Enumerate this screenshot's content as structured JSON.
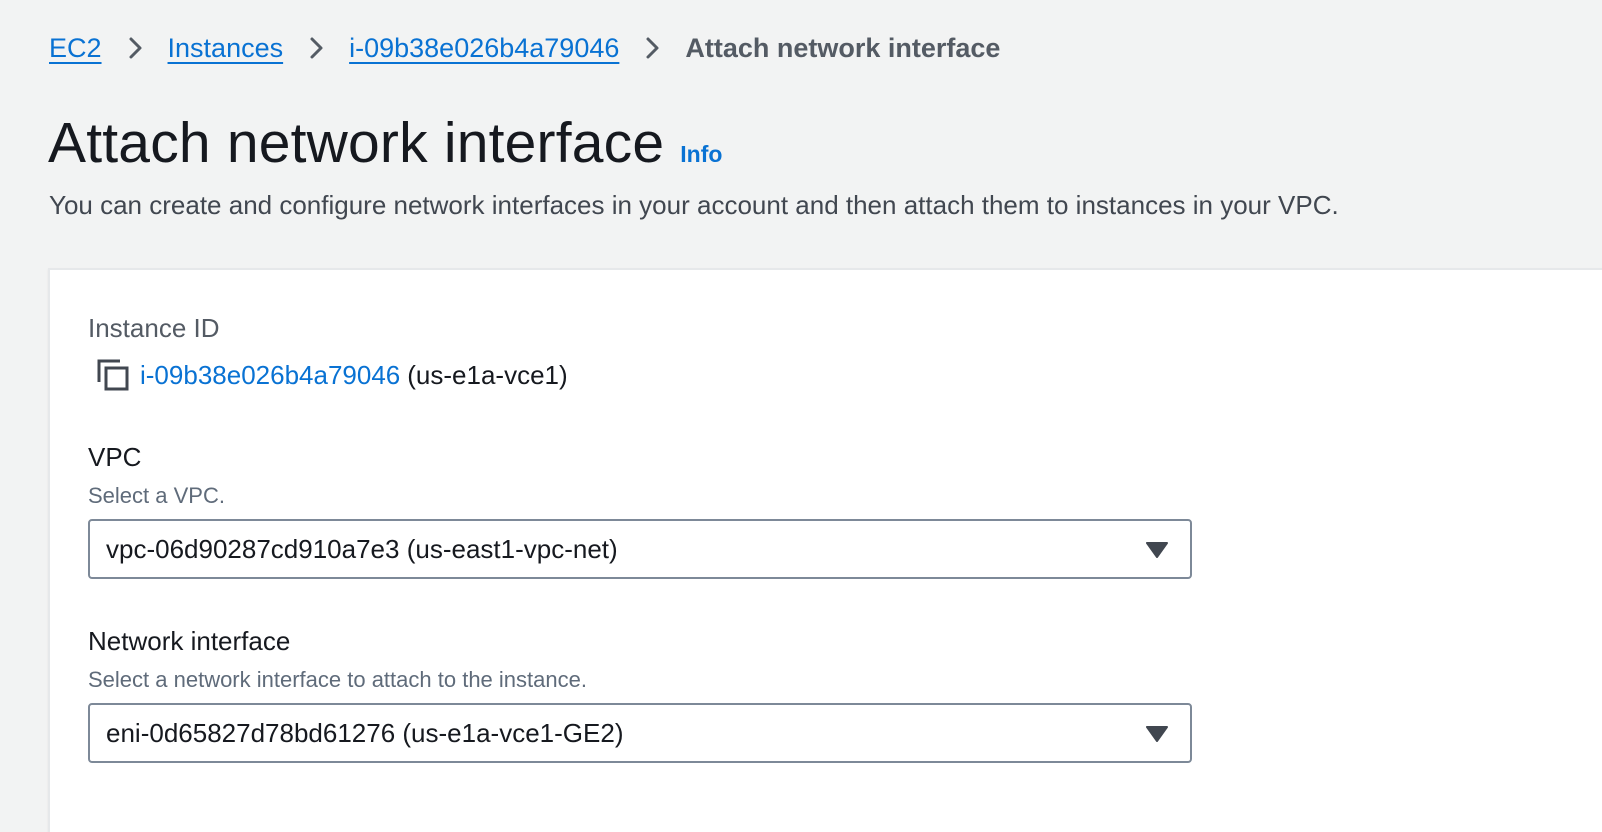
{
  "breadcrumb": {
    "items": [
      {
        "label": "EC2"
      },
      {
        "label": "Instances"
      },
      {
        "label": "i-09b38e026b4a79046"
      }
    ],
    "current": "Attach network interface"
  },
  "header": {
    "title": "Attach network interface",
    "info_label": "Info",
    "description": "You can create and configure network interfaces in your account and then attach them to instances in your VPC."
  },
  "form": {
    "instance": {
      "label": "Instance ID",
      "id": "i-09b38e026b4a79046",
      "suffix": "(us-e1a-vce1)",
      "icon": "copy-icon"
    },
    "vpc": {
      "label": "VPC",
      "hint": "Select a VPC.",
      "value": "vpc-06d90287cd910a7e3 (us-east1-vpc-net)"
    },
    "network_interface": {
      "label": "Network interface",
      "hint": "Select a network interface to attach to the instance.",
      "value": "eni-0d65827d78bd61276 (us-e1a-vce1-GE2)"
    }
  },
  "colors": {
    "link": "#0972d3",
    "text": "#16191f",
    "muted": "#545b64",
    "background": "#f2f3f3",
    "panel": "#ffffff",
    "border": "#7d8998"
  }
}
